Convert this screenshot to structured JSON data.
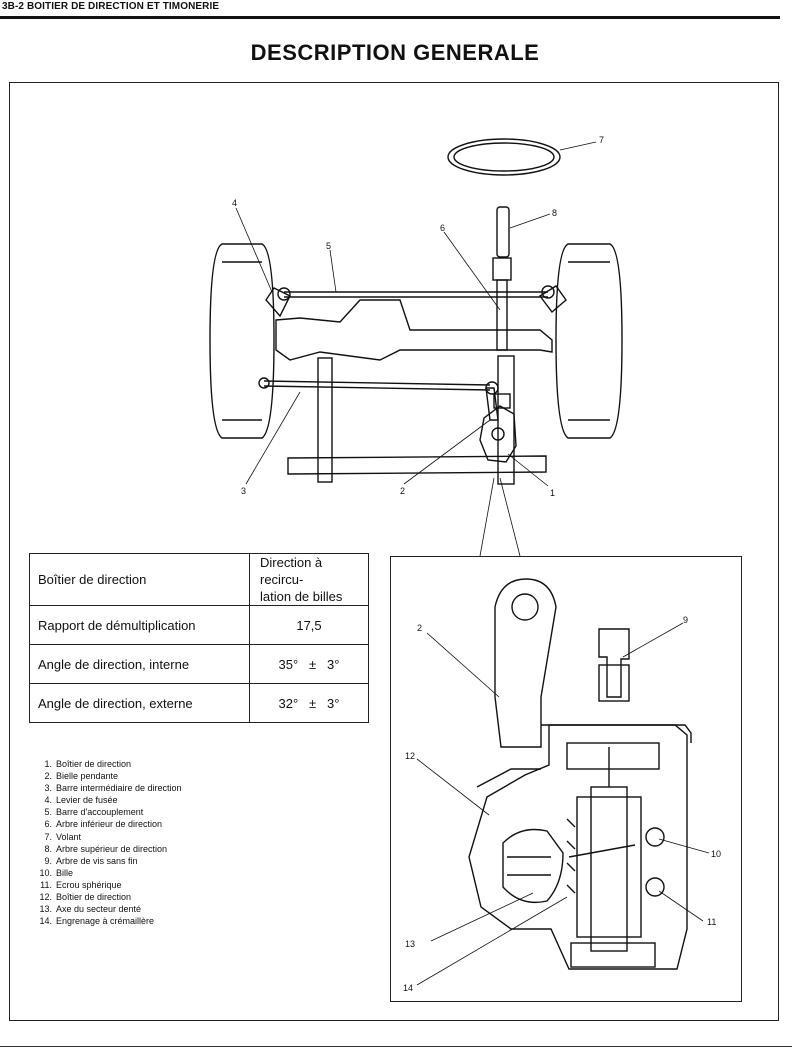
{
  "header": {
    "section": "3B-2  BOITIER DE DIRECTION ET TIMONERIE"
  },
  "title": "DESCRIPTION GENERALE",
  "spec_table": {
    "rows": [
      {
        "label": "Boîtier de direction",
        "value_line1": "Direction à recircu-",
        "value_line2": "lation de billes"
      },
      {
        "label": "Rapport de démultiplication",
        "value": "17,5"
      },
      {
        "label": "Angle de direction, interne",
        "value": "35°",
        "pm": "±",
        "tol": "3°"
      },
      {
        "label": "Angle de direction, externe",
        "value": "32°",
        "pm": "±",
        "tol": "3°"
      }
    ]
  },
  "legend": [
    {
      "num": "1.",
      "text": "Boîtier de direction"
    },
    {
      "num": "2.",
      "text": "Bielle pendante"
    },
    {
      "num": "3.",
      "text": "Barre intermédiaire de direction"
    },
    {
      "num": "4.",
      "text": "Levier de fusée"
    },
    {
      "num": "5.",
      "text": "Barre d'accouplement"
    },
    {
      "num": "6.",
      "text": "Arbre inférieur de direction"
    },
    {
      "num": "7.",
      "text": "Volant"
    },
    {
      "num": "8.",
      "text": "Arbre supérieur de direction"
    },
    {
      "num": "9.",
      "text": "Arbre de vis sans fin"
    },
    {
      "num": "10.",
      "text": "Bille"
    },
    {
      "num": "11.",
      "text": "Ecrou sphérique"
    },
    {
      "num": "12.",
      "text": "Boîtier de direction"
    },
    {
      "num": "13.",
      "text": "Axe du secteur denté"
    },
    {
      "num": "14.",
      "text": "Engrenage à crémaillère"
    }
  ],
  "callouts": {
    "top": [
      "1",
      "2",
      "3",
      "4",
      "5",
      "6",
      "7",
      "8"
    ],
    "inset": [
      "2",
      "9",
      "10",
      "11",
      "12",
      "13",
      "14"
    ]
  }
}
